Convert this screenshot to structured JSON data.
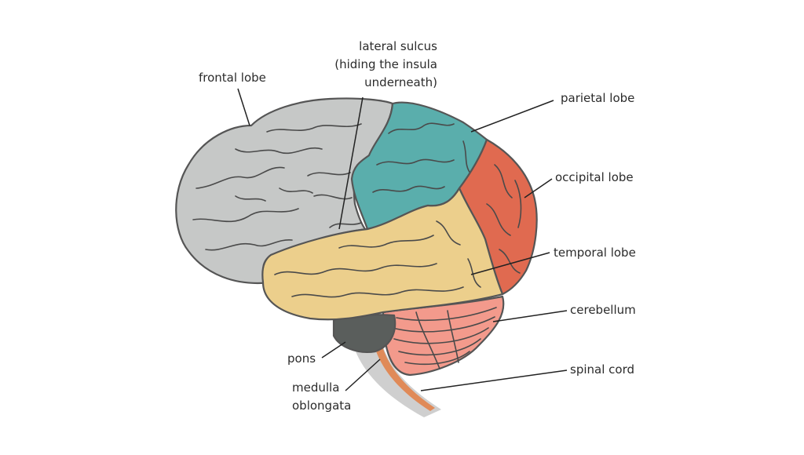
{
  "colors": {
    "frontal": "#c6c8c7",
    "parietal": "#5aaeac",
    "occipital": "#e06a50",
    "temporal": "#eccf8c",
    "cerebellum": "#f39a8c",
    "pons": "#5a5e5c",
    "spinal_cord_outer": "#cfcfcf",
    "spinal_cord_inner": "#e08a58",
    "outline": "#555555"
  },
  "labels": {
    "frontal_lobe": "frontal lobe",
    "lateral_sulcus_line1": "lateral sulcus",
    "lateral_sulcus_line2": "(hiding the insula",
    "lateral_sulcus_line3": "underneath)",
    "parietal_lobe": "parietal lobe",
    "occipital_lobe": "occipital lobe",
    "temporal_lobe": "temporal lobe",
    "cerebellum": "cerebellum",
    "spinal_cord": "spinal cord",
    "pons": "pons",
    "medulla_line1": "medulla",
    "medulla_line2": "oblongata"
  }
}
